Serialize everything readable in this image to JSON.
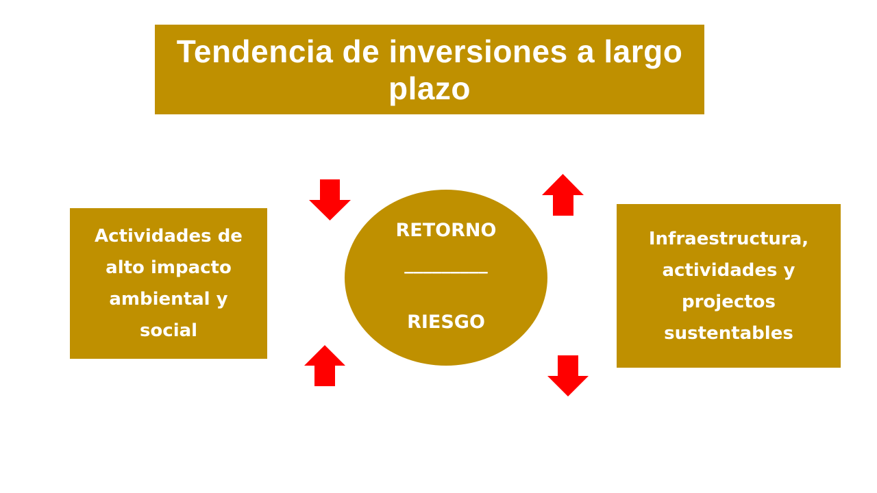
{
  "title": "Tendencia de inversiones a largo plazo",
  "left_box": {
    "text": "Actividades de alto impacto ambiental y social"
  },
  "right_box": {
    "text": "Infraestructura, actividades y projectos sustentables"
  },
  "center": {
    "top_label": "RETORNO",
    "divider": "_________",
    "bottom_label": "RIESGO"
  },
  "arrows": [
    {
      "name": "down-arrow-icon",
      "direction": "down",
      "position": "top-left"
    },
    {
      "name": "up-arrow-icon",
      "direction": "up",
      "position": "top-right"
    },
    {
      "name": "up-arrow-icon",
      "direction": "up",
      "position": "bottom-left"
    },
    {
      "name": "down-arrow-icon",
      "direction": "down",
      "position": "bottom-right"
    }
  ],
  "colors": {
    "box_fill": "#BF9000",
    "text": "#FFFFFF",
    "arrow": "#FF0000",
    "background": "#FFFFFF"
  }
}
